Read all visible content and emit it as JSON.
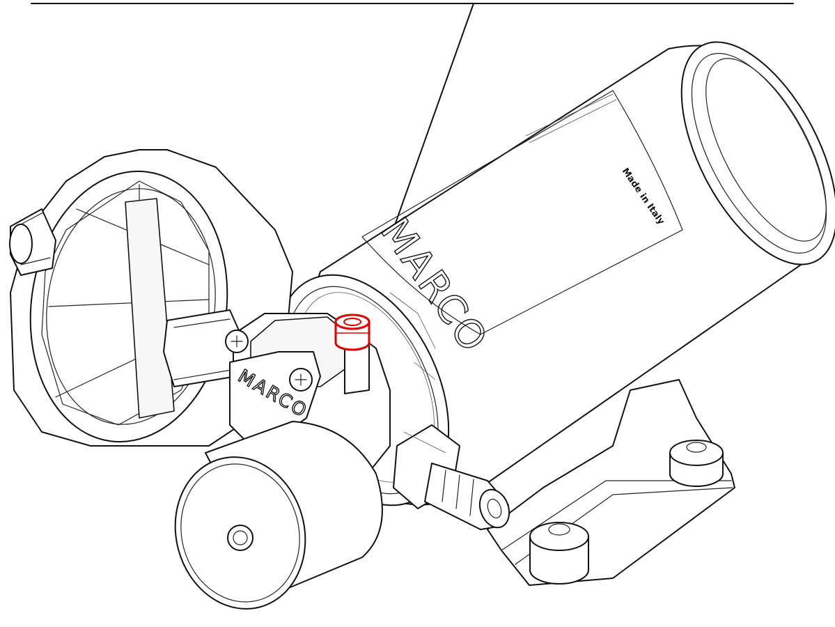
{
  "drawing": {
    "brand_label_motor": "MARCO",
    "brand_label_head": "MARCO",
    "origin_label": "Made in Italy",
    "highlight_color": "#e00000",
    "line_color": "#111111"
  }
}
